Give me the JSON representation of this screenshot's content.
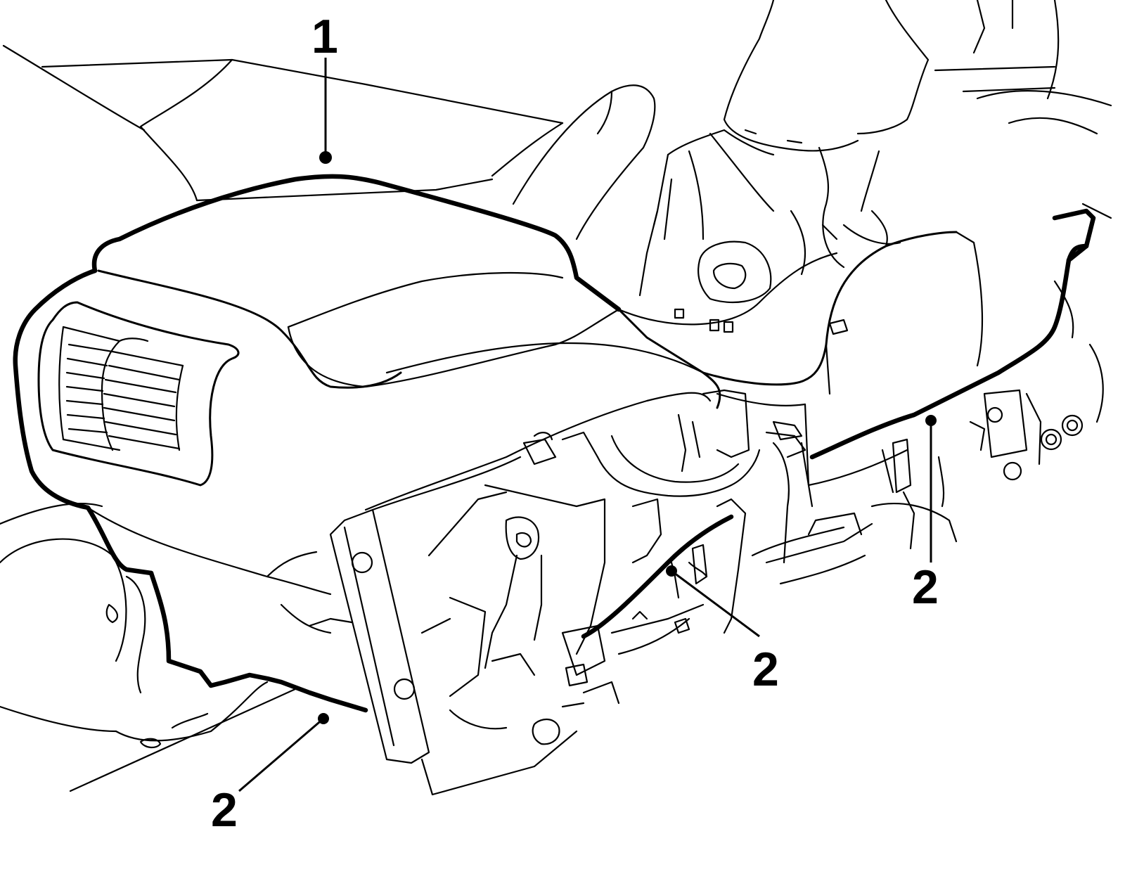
{
  "callouts": [
    {
      "id": "console-box",
      "label": "1"
    },
    {
      "id": "claw-rear-left",
      "label": "2"
    },
    {
      "id": "claw-center",
      "label": "2"
    },
    {
      "id": "claw-right",
      "label": "2"
    }
  ],
  "colors": {
    "line": "#000000",
    "background": "#ffffff"
  }
}
